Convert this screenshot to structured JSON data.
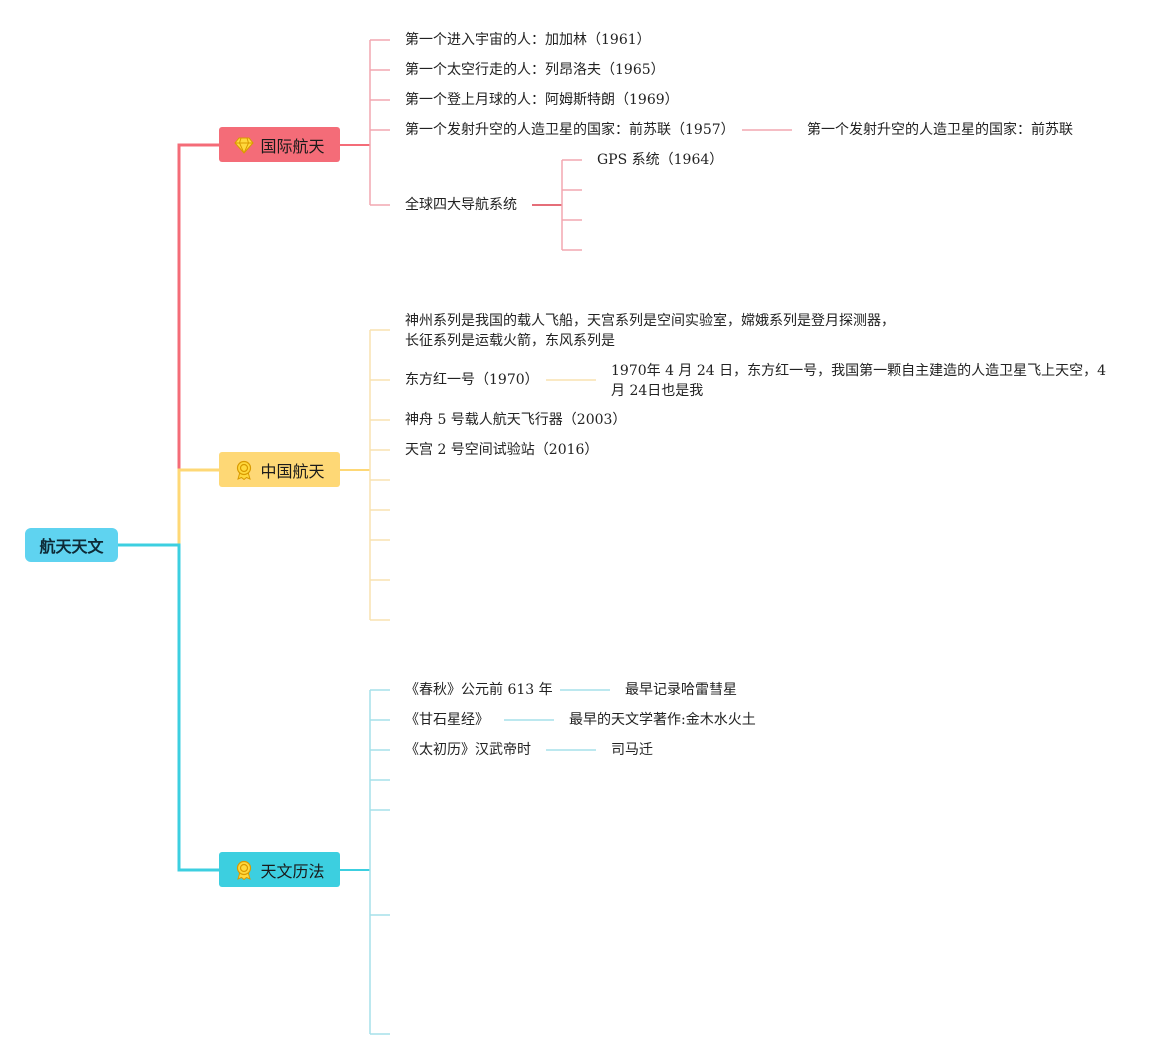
{
  "colors": {
    "root": "#5fd3f0",
    "intl": "#f46c78",
    "china": "#fed876",
    "astro": "#3ccfe0"
  },
  "root": {
    "label": "航天天文"
  },
  "branches": {
    "intl": {
      "label": "国际航天",
      "icon": "diamond-icon",
      "items": [
        "第一个进入宇宙的人：加加林（1961）",
        "第一个太空行走的人：列昂洛夫（1965）",
        "第一个登上月球的人：阿姆斯特朗（1969）",
        "第一个发射升空的人造卫星的国家：前苏联（1957）",
        "全球四大导航系统"
      ],
      "item4_child": "第一个发射升空的人造卫星的国家：前苏联",
      "nav_children": [
        "GPS 系统（1964）"
      ]
    },
    "china": {
      "label": "中国航天",
      "icon": "medal-icon",
      "items": [
        "神州系列是我国的载人飞船，天宫系列是空间实验室，嫦娥系列是登月探测器，长征系列是运载火箭，东风系列是",
        "东方红一号（1970）",
        "神舟 5 号载人航天飞行器（2003）",
        "天宫 2 号空间试验站（2016）"
      ],
      "item2_child": "1970年 4 月 24 日，东方红一号，我国第一颗自主建造的人造卫星飞上天空，4 月 24日也是我"
    },
    "astro": {
      "label": "天文历法",
      "icon": "medal-icon",
      "items": [
        "《春秋》公元前 613 年",
        "《甘石星经》",
        "《太初历》汉武帝时"
      ],
      "children": [
        "最早记录哈雷彗星",
        "最早的天文学著作:金木水火土",
        "司马迁"
      ]
    }
  }
}
